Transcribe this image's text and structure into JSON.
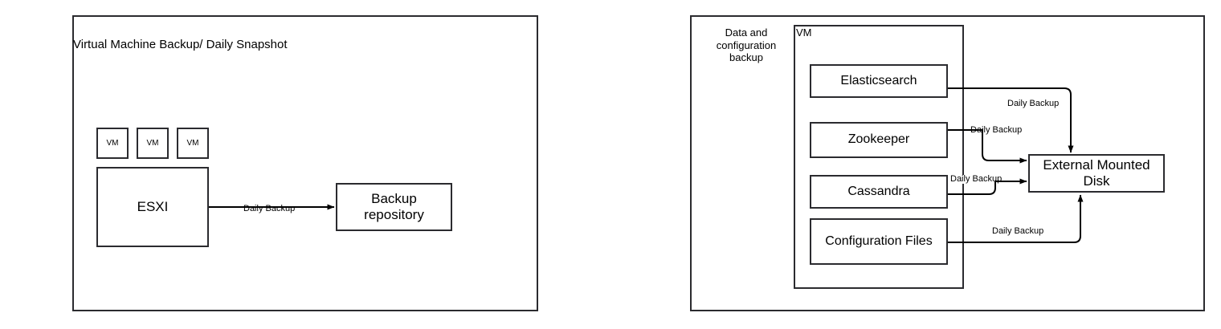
{
  "diagram": {
    "type": "flowchart",
    "background": "#ffffff",
    "stroke_color": "#2b2b2f",
    "line_color": "#000000",
    "panels": [
      {
        "id": "left-panel",
        "title": "Virtual Machine Backup/ Daily Snapshot",
        "vm_instances": [
          {
            "label": "VM"
          },
          {
            "label": "VM"
          },
          {
            "label": "VM"
          }
        ],
        "hypervisor": {
          "label": "ESXI"
        },
        "target": {
          "label": "Backup\nrepository"
        },
        "edge_label": "Daily Backup"
      },
      {
        "id": "right-panel",
        "caption": "Data and\nconfiguration\nbackup",
        "vm_container_label": "VM",
        "components": [
          {
            "id": "elasticsearch",
            "label": "Elasticsearch",
            "edge_label": "Daily Backup"
          },
          {
            "id": "zookeeper",
            "label": "Zookeeper",
            "edge_label": "Daily Backup"
          },
          {
            "id": "cassandra",
            "label": "Cassandra",
            "edge_label": "Daily Backup"
          },
          {
            "id": "configuration-files",
            "label": "Configuration Files",
            "edge_label": "Daily Backup"
          }
        ],
        "target": {
          "label": "External Mounted\nDisk"
        }
      }
    ]
  }
}
